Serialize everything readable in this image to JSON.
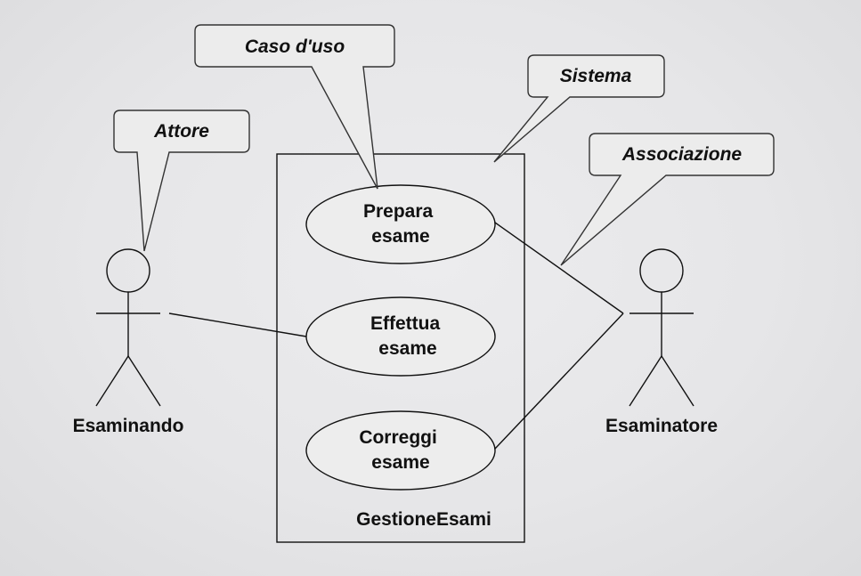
{
  "callouts": {
    "use_case": "Caso d'uso",
    "system": "Sistema",
    "actor": "Attore",
    "association": "Associazione"
  },
  "actors": {
    "left": "Esaminando",
    "right": "Esaminatore"
  },
  "use_cases": [
    {
      "line1": "Prepara",
      "line2": "esame"
    },
    {
      "line1": "Effettua",
      "line2": "esame"
    },
    {
      "line1": "Correggi",
      "line2": "esame"
    }
  ],
  "system": {
    "name": "GestioneEsami"
  }
}
